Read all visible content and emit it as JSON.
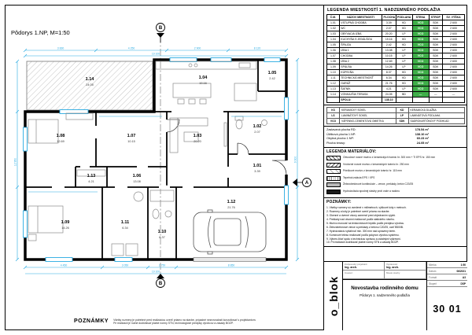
{
  "colors": {
    "dimension": "#29abe2",
    "wall_finish_green": "#3fae49",
    "wall": "#000000"
  },
  "plan": {
    "title": "Pôdorys 1.NP, M=1:50",
    "rooms": [
      {
        "id": "1.01",
        "area": "3.39"
      },
      {
        "id": "1.02",
        "area": "2.07"
      },
      {
        "id": "1.03",
        "area": "20.20"
      },
      {
        "id": "1.04",
        "area": "19.16"
      },
      {
        "id": "1.05",
        "area": "2.42"
      },
      {
        "id": "1.06",
        "area": "13.08"
      },
      {
        "id": "1.07",
        "area": "10.15"
      },
      {
        "id": "1.08",
        "area": "12.69"
      },
      {
        "id": "1.09",
        "area": "14.26"
      },
      {
        "id": "1.10",
        "area": "8.37"
      },
      {
        "id": "1.11",
        "area": "6.34"
      },
      {
        "id": "1.12",
        "area": "21.76"
      },
      {
        "id": "1.13",
        "area": "4.21"
      },
      {
        "id": "1.14",
        "area": "24.05"
      }
    ],
    "grid_markers": {
      "section_top": "B",
      "section_bottom": "B",
      "section_right": "A"
    },
    "dims": {
      "top_segments": [
        "3 830",
        "4 250",
        "2 900",
        "8 120"
      ],
      "top_total": "19 100",
      "bottom_segments": [
        "4 450",
        "3 050",
        "2 750",
        "8 850"
      ],
      "bottom_total": "19 100",
      "left_total": "12 950",
      "right_total": "9 900"
    },
    "notes_heading": "POZNÁMKY",
    "notes": [
      "Všetky rozmery je potrebné pred realizáciou overiť priamo na stavbe, prípadné nezrovnalosti konzultovať s projektantom.",
      "Pri realizácii je nutné dodržiavať platné normy STN, technologické predpisy výrobcov a zásady BOZP."
    ]
  },
  "legend_table": {
    "title": "LEGENDA MIESTNOSTÍ 1. NADZEMNÉHO PODLAŽIA",
    "columns": [
      "Č.M.",
      "NÁZOV MIESTNOSTI",
      "PLOCHA m²",
      "PODLAHA",
      "STENA",
      "STROP",
      "SV. VÝŠKA"
    ],
    "rows": [
      [
        "1.01",
        "VSTUPNÁ CHODBA",
        "3.39",
        "KD",
        "VCO",
        "SDK",
        "2 600"
      ],
      [
        "1.02",
        "WC",
        "2.07",
        "KD",
        "VCO",
        "SDK",
        "2 600"
      ],
      [
        "1.03",
        "OBÝVACIA IZBA",
        "20.20",
        "LP",
        "VCO",
        "SDK",
        "2 600"
      ],
      [
        "1.04",
        "KUCHYŇA S JEDÁLŇOU",
        "19.16",
        "KD",
        "VCO",
        "SDK",
        "2 600"
      ],
      [
        "1.05",
        "ŠPAJZA",
        "2.42",
        "KD",
        "VCO",
        "SDK",
        "2 600"
      ],
      [
        "1.06",
        "IZBA 1",
        "13.08",
        "LP",
        "VCO",
        "SDK",
        "2 600"
      ],
      [
        "1.07",
        "CHODBA",
        "10.15",
        "LP",
        "VCO",
        "SDK",
        "2 600"
      ],
      [
        "1.08",
        "IZBA 2",
        "12.69",
        "LP",
        "VCO",
        "SDK",
        "2 600"
      ],
      [
        "1.09",
        "SPÁLŇA",
        "14.26",
        "LP",
        "VCO",
        "SDK",
        "2 600"
      ],
      [
        "1.10",
        "KÚPEĽŇA",
        "8.37",
        "KD",
        "VCO",
        "SDK",
        "2 600"
      ],
      [
        "1.11",
        "TECHNICKÁ MIESTNOSŤ",
        "6.34",
        "KD",
        "VCO",
        "SDK",
        "2 600"
      ],
      [
        "1.12",
        "GARÁŽ",
        "21.76",
        "KD",
        "VCO",
        "SDK",
        "2 600"
      ],
      [
        "1.13",
        "ŠATNÍK",
        "4.21",
        "LP",
        "VCO",
        "SDK",
        "2 600"
      ],
      [
        "1.14",
        "VONKAJŠIA TERASA",
        "24.05",
        "BD",
        "—",
        "—",
        "—"
      ]
    ],
    "total_label": "SPOLU:",
    "total_value": "138.10"
  },
  "finish_legend": {
    "rows": [
      [
        "KS",
        "KERAMICKÝ SOKEL",
        "KD",
        "KERAMICKÁ DLAŽBA"
      ],
      [
        "LS",
        "LAMINÁTOVÝ SOKEL",
        "LP",
        "LAMINÁTOVÁ PODLAHA"
      ],
      [
        "VCO",
        "VÁPENNO-CEMENTOVÁ OMIETKA",
        "SDK",
        "SADROKARTÓNOVÝ PODHĽAD"
      ]
    ]
  },
  "areas": {
    "lines": [
      {
        "label": "Zastavaná plocha RD:",
        "value": "178.54 m²"
      },
      {
        "label": "Úžitková plocha 1.NP:",
        "value": "138.10 m²"
      },
      {
        "label": "Obytná plocha 1.NP:",
        "value": "60.23 m²"
      },
      {
        "label": "Plocha terasy:",
        "value": "24.05 m²"
      }
    ]
  },
  "materials": {
    "title": "LEGENDA MATERIÁLOV:",
    "items": [
      {
        "swatch": "brick",
        "label": "Obvodové nosné murivo z keramických tvárnic hr. 300 mm + TI EPS hr. 150 mm"
      },
      {
        "swatch": "block",
        "label": "Vnútorné nosné murivo z keramických tvárnic hr. 250 mm"
      },
      {
        "swatch": "partition",
        "label": "Priečkové murivo z keramických tvárnic hr. 115 mm"
      },
      {
        "swatch": "insulation",
        "label": "Tepelná izolácia EPS / XPS"
      },
      {
        "swatch": "concrete",
        "label": "Železobetónové konštrukcie – vence, preklady, betón C20/25"
      },
      {
        "swatch": "hydro",
        "label": "Hydroizolácia spodnej stavby proti vode a radónu"
      }
    ]
  },
  "notes_panel": {
    "title": "POZNÁMKY:",
    "items": [
      "1. Všetky rozmery sú uvedené v milimetroch, výškové kóty v metroch.",
      "2. Rozmery a kóty je potrebné overiť priamo na stavbe.",
      "3. Okenné a dverné otvory zamerať pred objednaním výplní.",
      "4. Preklady nad otvormi realizovať podľa statického návrhu.",
      "5. Murivo murovať na tenkovrstvové lepidlo podľa predpisu výrobcu.",
      "6. Železobetónové vence a preklady z betónu C20/25, oceľ B500B.",
      "7. Hydroizoláciu vytiahnuť min. 300 mm nad upravený terén.",
      "8. Komínové teleso realizovať podľa pokynov výrobcu systému.",
      "9. Výkres čítať spolu s technickou správou a ostatnými výkresmi.",
      "10. Pri realizácii dodržiavať platné normy STN a zásady BOZP."
    ]
  },
  "title_block": {
    "office": "o_blok",
    "fields": [
      {
        "label": "Zodpovedný projektant:",
        "value": "Ing. arch."
      },
      {
        "label": "Vypracoval:",
        "value": "Ing. arch."
      },
      {
        "label": "Investor:",
        "value": ""
      },
      {
        "label": "Miesto stavby:",
        "value": ""
      }
    ],
    "project": "Novostavba rodinného domu",
    "drawing": "Pôdorys 1. nadzemného podlažia",
    "number": "30 01",
    "meta": [
      {
        "label": "Mierka",
        "value": "1:50"
      },
      {
        "label": "Dátum",
        "value": "06/2021"
      },
      {
        "label": "Formát",
        "value": "A3"
      },
      {
        "label": "Stupeň",
        "value": "DSP"
      }
    ]
  }
}
